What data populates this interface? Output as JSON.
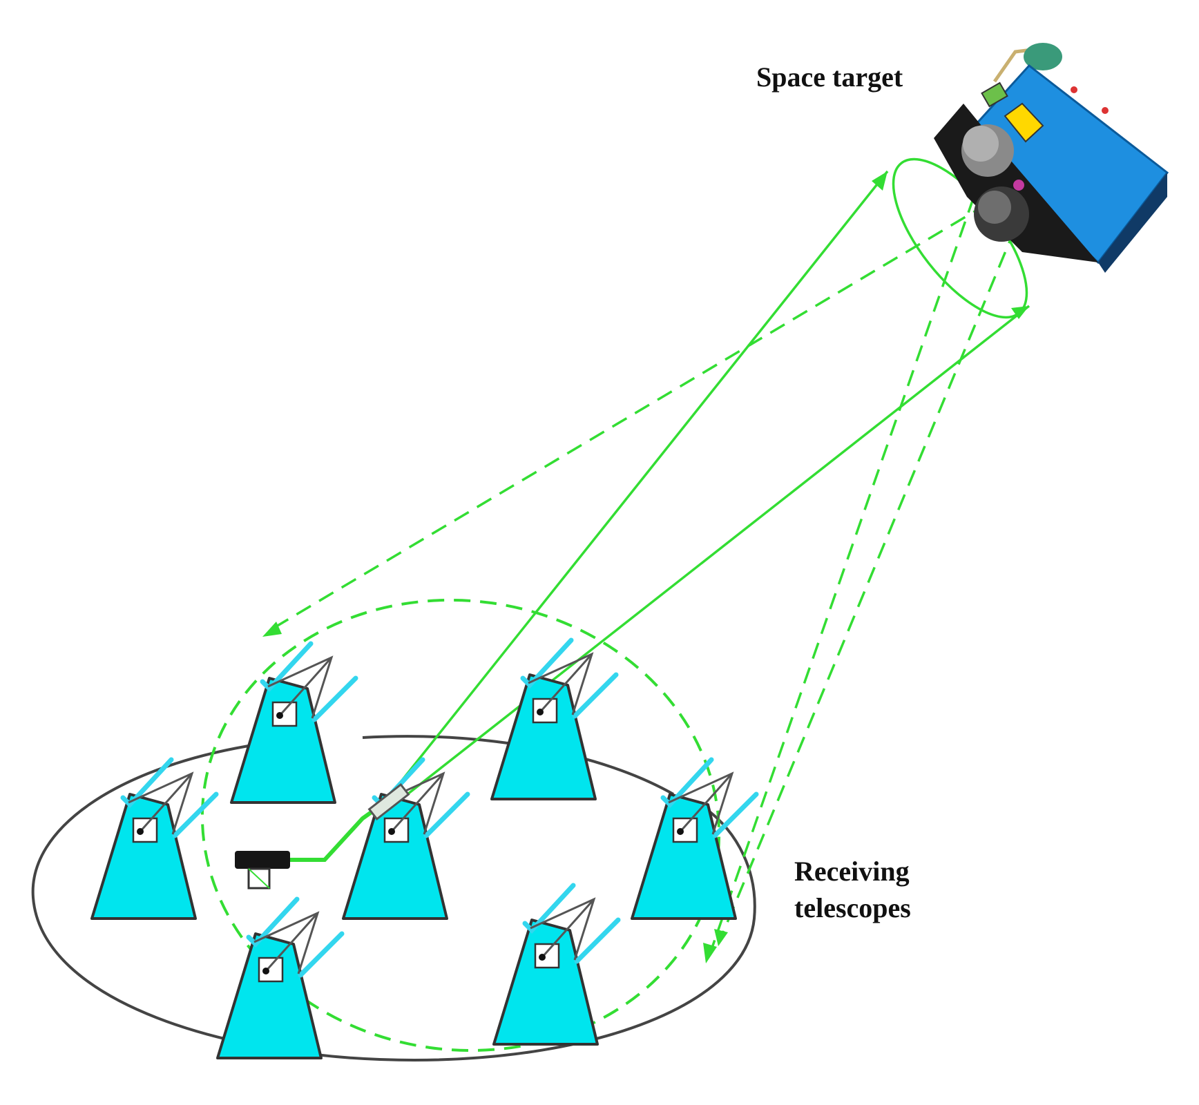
{
  "labels": {
    "space_target": "Space target",
    "receiving_line1": "Receiving",
    "receiving_line2": "telescopes"
  },
  "colors": {
    "beam": "#33dd33",
    "telescope_fill": "#00e5ee",
    "telescope_arm": "#33d6ee",
    "outline": "#333333",
    "satellite_body": "#1e8fe0",
    "satellite_dark": "#1a1a1a"
  },
  "icons": [
    "satellite-icon",
    "telescope-icon",
    "laser-transmitter-icon",
    "beam-splitter-icon"
  ]
}
